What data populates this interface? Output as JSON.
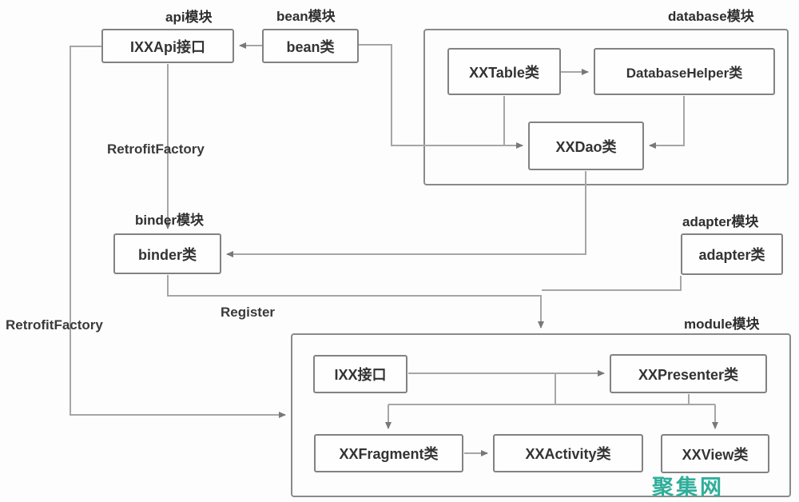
{
  "diagram": {
    "modules": {
      "api": {
        "label": "api模块"
      },
      "bean": {
        "label": "bean模块"
      },
      "database": {
        "label": "database模块"
      },
      "binder": {
        "label": "binder模块"
      },
      "adapter": {
        "label": "adapter模块"
      },
      "module": {
        "label": "module模块"
      }
    },
    "nodes": {
      "ixxapi": {
        "label": "IXXApi接口"
      },
      "bean": {
        "label": "bean类"
      },
      "xxtable": {
        "label": "XXTable类"
      },
      "databasehelper": {
        "label": "DatabaseHelper类"
      },
      "xxdao": {
        "label": "XXDao类"
      },
      "binder": {
        "label": "binder类"
      },
      "adapter": {
        "label": "adapter类"
      },
      "ixx": {
        "label": "IXX接口"
      },
      "xxpresenter": {
        "label": "XXPresenter类"
      },
      "xxfragment": {
        "label": "XXFragment类"
      },
      "xxactivity": {
        "label": "XXActivity类"
      },
      "xxview": {
        "label": "XXView类"
      }
    },
    "edge_labels": {
      "retrofit_factory_top": "RetrofitFactory",
      "retrofit_factory_bottom": "RetrofitFactory",
      "register": "Register"
    },
    "watermark": {
      "text": "聚集网",
      "color": "#2fae9a"
    },
    "colors": {
      "line": "#a6a6a6",
      "arrowhead": "#787878",
      "box_border": "#828282",
      "text": "#333333",
      "background": "#fdfdfd"
    }
  }
}
